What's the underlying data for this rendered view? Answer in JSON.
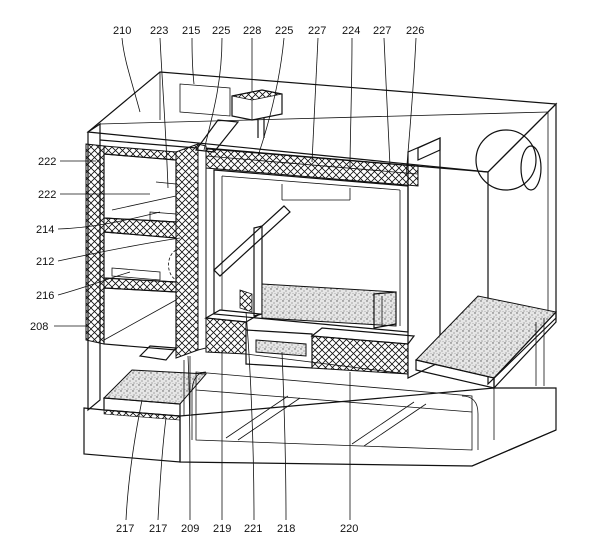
{
  "labels": {
    "l210": "210",
    "l223": "223",
    "l215": "215",
    "l225a": "225",
    "l228": "228",
    "l225b": "225",
    "l227a": "227",
    "l224": "224",
    "l227b": "227",
    "l226": "226",
    "l222a": "222",
    "l222b": "222",
    "l214": "214",
    "l212": "212",
    "l216": "216",
    "l208": "208",
    "l217a": "217",
    "l217b": "217",
    "l209": "209",
    "l219": "219",
    "l221": "221",
    "l218": "218",
    "l220": "220"
  },
  "colors": {
    "ink": "#111111",
    "paper": "#ffffff",
    "speckle": "#9a9a9a"
  }
}
